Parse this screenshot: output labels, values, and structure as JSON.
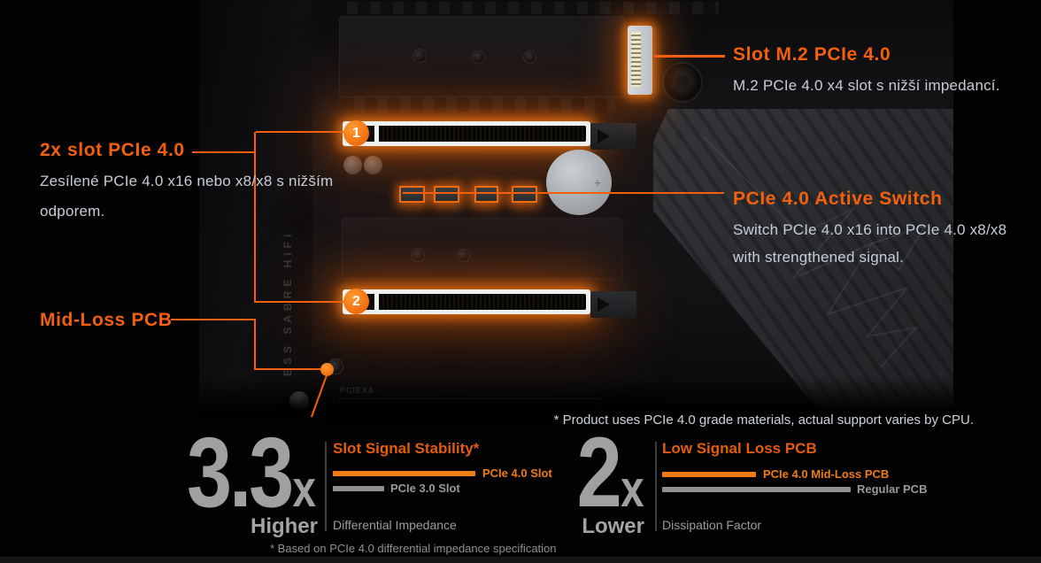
{
  "colors": {
    "accent_orange": "#f2600f",
    "glow_orange": "#ff7d1e",
    "body_text": "#c7cdd6",
    "chart_orange": "#f07c16",
    "chart_gray": "#8f9093"
  },
  "callouts": {
    "m2": {
      "title": "Slot M.2 PCIe 4.0",
      "desc": "M.2 PCIe 4.0 x4 slot s nižší impedancí."
    },
    "pcie": {
      "title": "2x slot PCIe 4.0",
      "lines": [
        "Zesílené PCIe 4.0 x16 nebo x8/x8 s nižším",
        "odporem."
      ]
    },
    "switch": {
      "title": "PCIe 4.0 Active Switch",
      "lines": [
        "Switch PCIe 4.0 x16 into PCIe 4.0 x8/x8",
        "with strengthened signal."
      ]
    },
    "midloss": {
      "title": "Mid-Loss PCB"
    }
  },
  "board": {
    "marker1": "1",
    "marker2": "2",
    "silkscreen": "PCIEX4",
    "shroud_text": "ESS SABRE HiFi",
    "battery_mark": "+"
  },
  "footnote": "* Product uses PCIe 4.0 grade materials, actual support varies by CPU.",
  "chart_data": [
    {
      "type": "bar",
      "title": "Slot Signal Stability*",
      "multiplier": "3.3",
      "suffix": "x",
      "direction": "Higher",
      "metric_label": "Differential Impedance",
      "series": [
        {
          "name": "PCIe 4.0 Slot",
          "value": 3.3,
          "color": "#f07c16"
        },
        {
          "name": "PCIe 3.0 Slot",
          "value": 1,
          "color": "#8f9093"
        }
      ],
      "footnote": "* Based on PCIe 4.0 differential impedance specification",
      "legend_position": "right-of-bar",
      "grid": false
    },
    {
      "type": "bar",
      "title": "Low Signal Loss PCB",
      "multiplier": "2",
      "suffix": "x",
      "direction": "Lower",
      "metric_label": "Dissipation Factor",
      "series": [
        {
          "name": "PCIe 4.0 Mid-Loss PCB",
          "value": 1,
          "color": "#f07c16"
        },
        {
          "name": "Regular PCB",
          "value": 2,
          "color": "#8f9093"
        }
      ],
      "legend_position": "right-of-bar",
      "grid": false
    }
  ]
}
